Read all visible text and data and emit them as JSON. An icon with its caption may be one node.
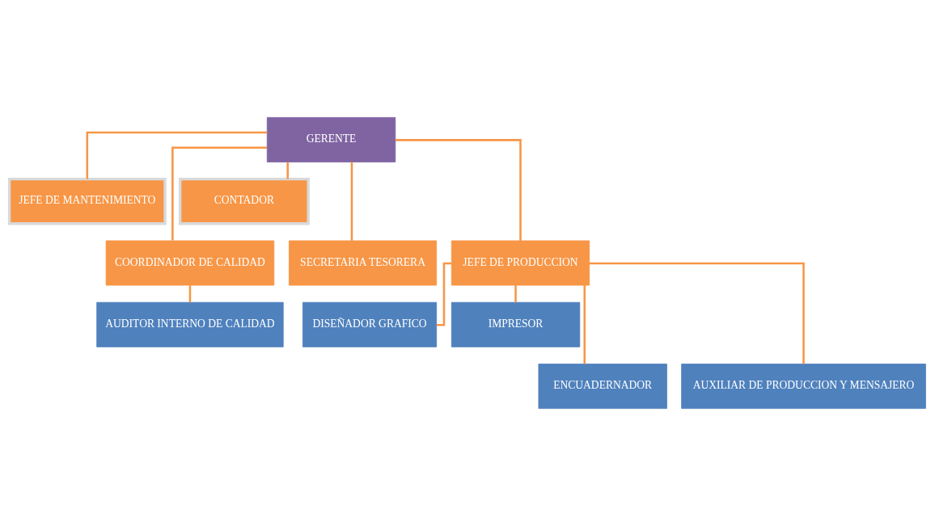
{
  "diagram": {
    "nodes": [
      {
        "text": [
          "GERENTE"
        ]
      },
      {
        "text": [
          "JEFE DE MANTENIMIENTO"
        ]
      },
      {
        "text": [
          "CONTADOR"
        ]
      },
      {
        "text": [
          "COORDINADOR DE CALIDAD"
        ]
      },
      {
        "text": [
          "SECRETARIA TESORERA"
        ]
      },
      {
        "text": [
          "JEFE DE PRODUCCION"
        ]
      },
      {
        "text": [
          "AUDITOR INTERNO DE CALIDAD"
        ]
      },
      {
        "text": [
          "DISEÑADOR GRAFICO"
        ]
      },
      {
        "text": [
          "IMPRESOR"
        ]
      },
      {
        "text": [
          "ENCUADERNADOR"
        ]
      },
      {
        "text": [
          "AUXILIAR DE PRODUCCION Y MENSAJERO"
        ]
      }
    ],
    "edges": [
      {
        "from": 0,
        "to": 1,
        "arrow": "none"
      },
      {
        "from": 0,
        "to": 2,
        "arrow": "none"
      },
      {
        "from": 0,
        "to": 3,
        "arrow": "none"
      },
      {
        "from": 0,
        "to": 4,
        "arrow": "none"
      },
      {
        "from": 0,
        "to": 5,
        "arrow": "none"
      },
      {
        "from": 3,
        "to": 6,
        "arrow": "none"
      },
      {
        "from": 5,
        "to": 7,
        "arrow": "none"
      },
      {
        "from": 5,
        "to": 8,
        "arrow": "none"
      },
      {
        "from": 5,
        "to": 9,
        "arrow": "none"
      },
      {
        "from": 5,
        "to": 10,
        "arrow": "none"
      }
    ]
  }
}
